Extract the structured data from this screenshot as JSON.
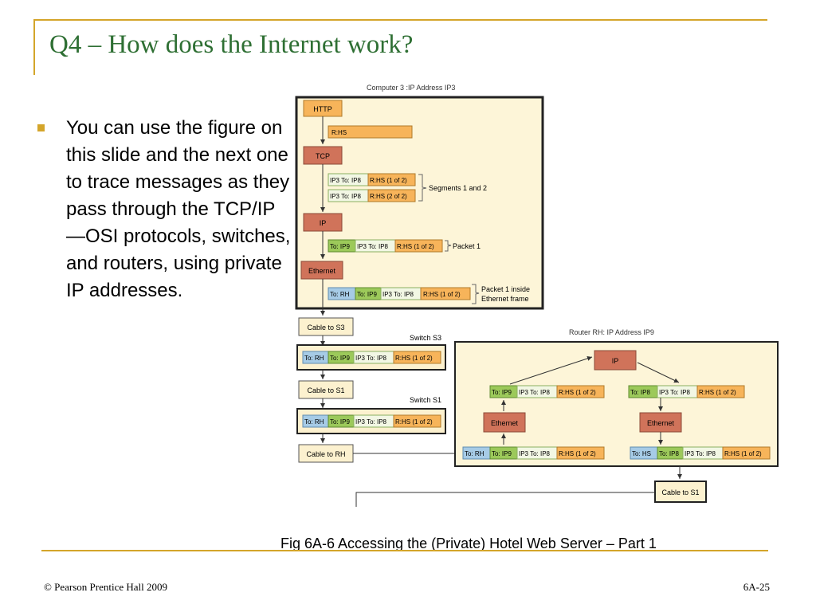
{
  "slide": {
    "title": "Q4 – How does the Internet work?",
    "bullet": "You can use the figure on this slide and the next one to trace messages as they pass through the TCP/IP—OSI protocols, switches, and routers, using private IP addresses.",
    "caption": "Fig 6A-6 Accessing the (Private) Hotel Web Server – Part 1",
    "footer_left": "© Pearson Prentice Hall 2009",
    "footer_right": "6A-25"
  },
  "diagram": {
    "computer_label": "Computer 3 :IP Address IP3",
    "http": "HTTP",
    "tcp": "TCP",
    "ip": "IP",
    "ethernet": "Ethernet",
    "rhs": "R:HS",
    "to_ip8": "IP3 To: IP8",
    "rhs_1of2": "R:HS (1 of 2)",
    "rhs_2of2": "R:HS (2 of 2)",
    "to_ip9": "To: IP9",
    "to_rh": "To: RH",
    "to_hs": "To: HS",
    "to_ip8_short": "To: IP8",
    "segments_label": "Segments 1 and 2",
    "packet1_label": "Packet 1",
    "packet1_inside_line1": "Packet 1 inside",
    "packet1_inside_line2": "Ethernet frame",
    "cable_s3": "Cable to S3",
    "switch_s3": "Switch S3",
    "cable_s1": "Cable to S1",
    "switch_s1": "Switch S1",
    "cable_rh": "Cable to RH",
    "router_label": "Router RH: IP Address IP9",
    "router_ip": "IP",
    "router_ethernet": "Ethernet",
    "cable_s1_out": "Cable to S1"
  },
  "colors": {
    "accent": "#d4a52a",
    "title": "#2e6f33",
    "orange": "#f7b45a",
    "salmon": "#d0735a",
    "green": "#9cc95a",
    "blue": "#a6cbe6",
    "cream": "#fcf1cf",
    "pale": "#fdf5d8",
    "ip3": "#f2f7e4"
  }
}
